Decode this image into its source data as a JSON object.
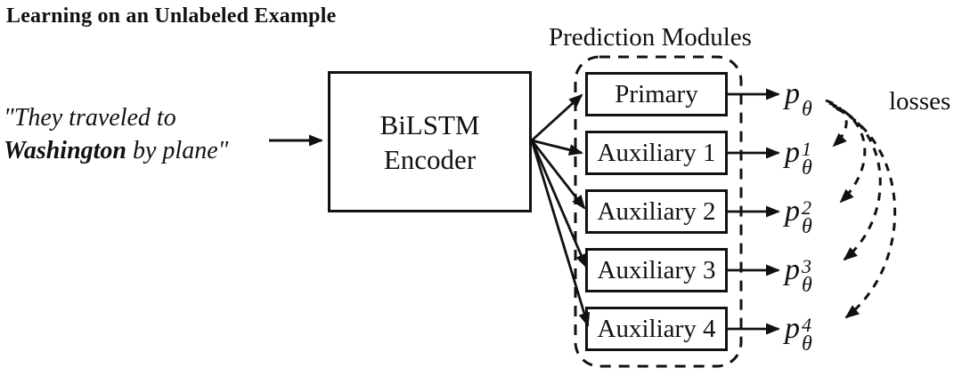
{
  "title": "Learning on an Unlabeled Example",
  "input_example": {
    "line1": "\"They traveled to",
    "line2_bold": "Washington",
    "line2_rest": " by plane\""
  },
  "encoder": {
    "line1": "BiLSTM",
    "line2": "Encoder"
  },
  "prediction_modules": {
    "label": "Prediction Modules",
    "items": [
      {
        "label": "Primary"
      },
      {
        "label": "Auxiliary 1"
      },
      {
        "label": "Auxiliary 2"
      },
      {
        "label": "Auxiliary 3"
      },
      {
        "label": "Auxiliary 4"
      }
    ]
  },
  "outputs": [
    {
      "base": "p",
      "sup": "",
      "sub": "θ"
    },
    {
      "base": "p",
      "sup": "1",
      "sub": "θ"
    },
    {
      "base": "p",
      "sup": "2",
      "sub": "θ"
    },
    {
      "base": "p",
      "sup": "3",
      "sub": "θ"
    },
    {
      "base": "p",
      "sup": "4",
      "sub": "θ"
    }
  ],
  "losses_label": "losses",
  "colors": {
    "ink": "#111111",
    "background": "#ffffff"
  }
}
